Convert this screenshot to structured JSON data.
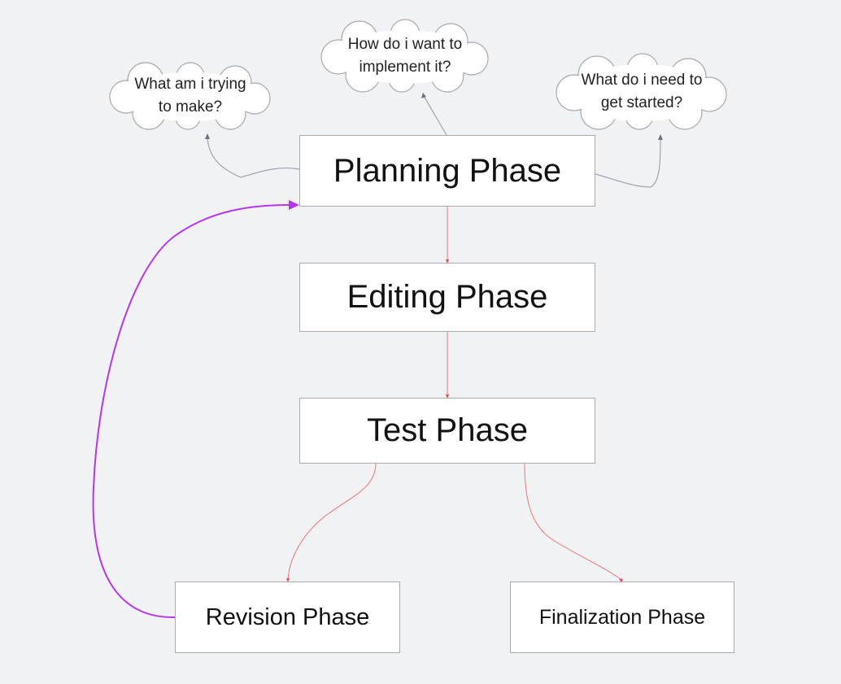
{
  "diagram": {
    "nodes": {
      "planning": {
        "label": "Planning Phase"
      },
      "editing": {
        "label": "Editing Phase"
      },
      "test": {
        "label": "Test Phase"
      },
      "revision": {
        "label": "Revision Phase"
      },
      "finalization": {
        "label": "Finalization Phase"
      }
    },
    "clouds": {
      "make": {
        "lines": [
          "What am i trying",
          "to make?"
        ]
      },
      "implement": {
        "lines": [
          "How do i want to",
          "implement it?"
        ]
      },
      "start": {
        "lines": [
          "What do i need to",
          "get started?"
        ]
      }
    },
    "edges": [
      {
        "from": "planning",
        "to": "cloud-make",
        "color": "#9ca3af"
      },
      {
        "from": "planning",
        "to": "cloud-implement",
        "color": "#9ca3af"
      },
      {
        "from": "planning",
        "to": "cloud-start",
        "color": "#9ca3af"
      },
      {
        "from": "planning",
        "to": "editing",
        "color": "#f87171"
      },
      {
        "from": "editing",
        "to": "test",
        "color": "#f87171"
      },
      {
        "from": "test",
        "to": "revision",
        "color": "#f87171"
      },
      {
        "from": "test",
        "to": "finalization",
        "color": "#f87171"
      },
      {
        "from": "revision",
        "to": "planning",
        "color": "#b833f5"
      }
    ]
  }
}
